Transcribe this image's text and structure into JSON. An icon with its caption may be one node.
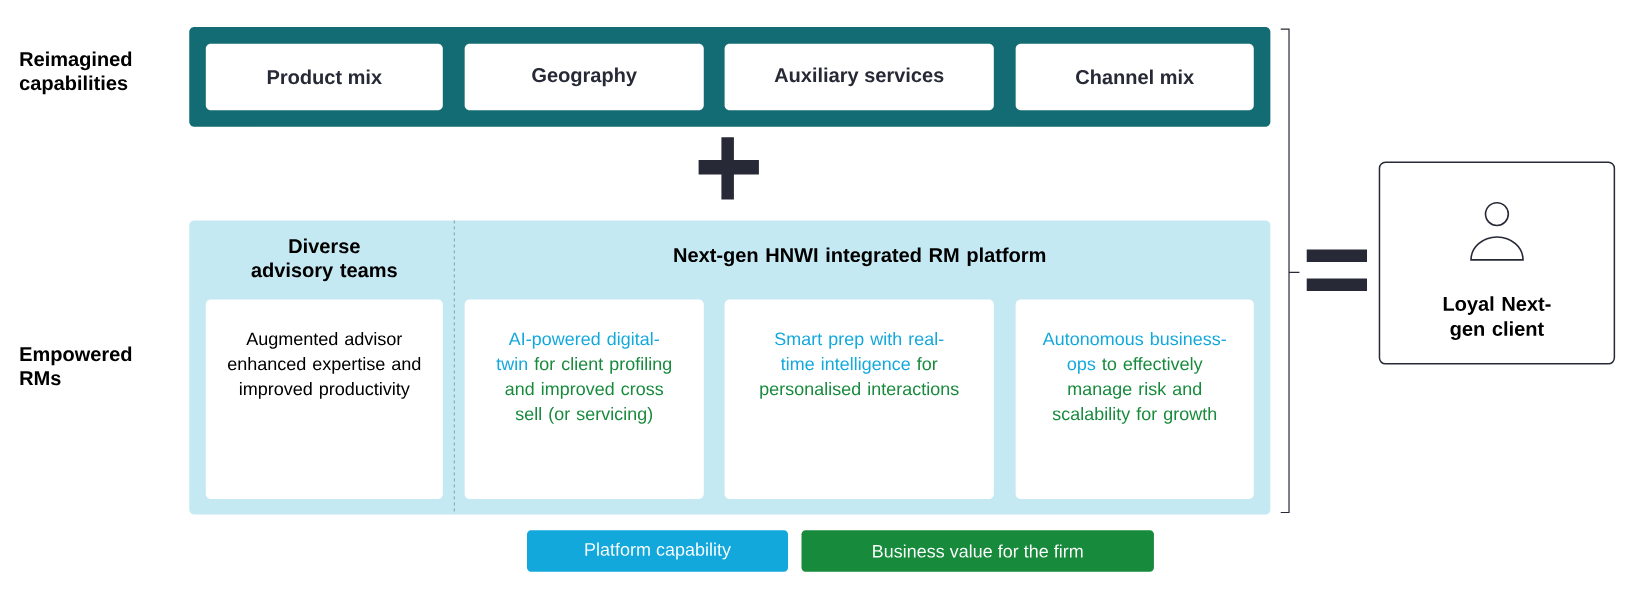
{
  "diagram": {
    "nodes": [
      {
        "text": [],
        "shape": "box",
        "beside": [
          "Reimagined capabilities"
        ]
      },
      {
        "text": [
          "Product mix"
        ],
        "in": 0
      },
      {
        "text": [
          "Geography"
        ],
        "in": 0
      },
      {
        "text": [
          "Auxiliary services"
        ],
        "in": 0
      },
      {
        "text": [
          "Channel mix"
        ],
        "in": 0
      },
      {
        "text": [
          "Diverse advisory teams",
          "Next-gen HNWI integrated RM platform"
        ],
        "beside": [
          "Empowered RMs"
        ]
      },
      {
        "text": [
          "Augmented advisor enhanced expertise and improved productivity"
        ],
        "in": 5
      },
      {
        "text": [
          "AI-powered digital-twin",
          "for client profiling and improved cross sell (or servicing)"
        ],
        "in": 5
      },
      {
        "text": [
          "Smart prep with real-time intelligence",
          "for personalised interactions"
        ],
        "in": 5
      },
      {
        "text": [
          "Autonomous business-ops",
          "to effectively manage risk and scalability for growth"
        ],
        "in": 5
      },
      {
        "text": [
          "Loyal Next-gen client"
        ]
      }
    ],
    "legend": [
      {
        "text": "Platform capability",
        "color": "#12a8dc"
      },
      {
        "text": "Business value for the firm",
        "color": "#178a3c"
      }
    ]
  }
}
